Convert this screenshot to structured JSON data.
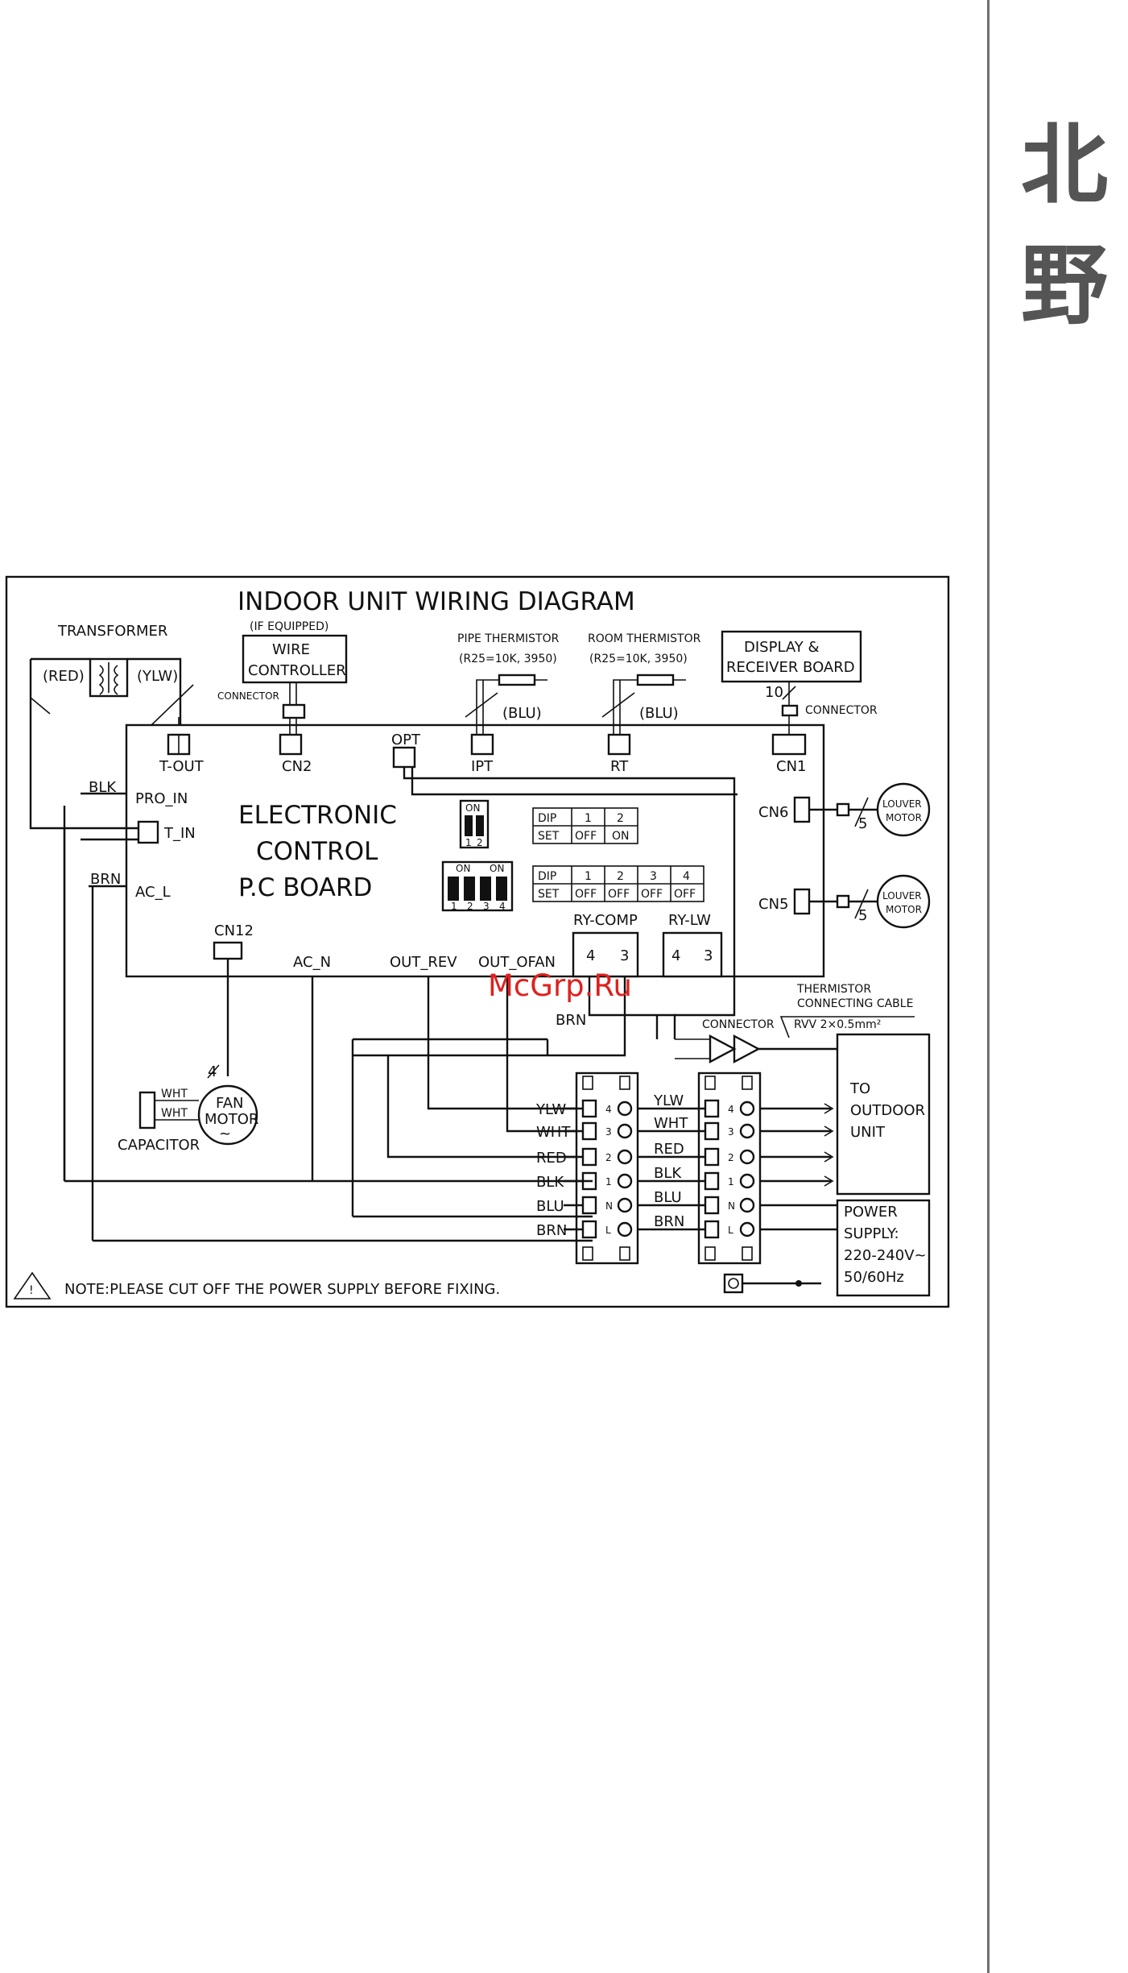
{
  "brand": {
    "line1": "北",
    "line2": "野"
  },
  "diagram": {
    "title": "INDOOR UNIT WIRING DIAGRAM",
    "transformer": {
      "label": "TRANSFORMER",
      "left": "(RED)",
      "right": "(YLW)"
    },
    "wire_controller": {
      "note": "(IF EQUIPPED)",
      "line1": "WIRE",
      "line2": "CONTROLLER",
      "connector": "CONNECTOR"
    },
    "pipe_thermistor": {
      "label": "PIPE THERMISTOR",
      "spec": "(R25=10K, 3950)",
      "wire": "(BLU)"
    },
    "room_thermistor": {
      "label": "ROOM THERMISTOR",
      "spec": "(R25=10K, 3950)",
      "wire": "(BLU)"
    },
    "display_board": {
      "line1": "DISPLAY &",
      "line2": "RECEIVER BOARD",
      "count": "10",
      "connector": "CONNECTOR"
    },
    "connectors": {
      "t_out": "T-OUT",
      "cn2": "CN2",
      "opt": "OPT",
      "ipt": "IPT",
      "rt": "RT",
      "cn1": "CN1",
      "cn6": "CN6",
      "cn5": "CN5",
      "cn12": "CN12"
    },
    "board": {
      "line1": "ELECTRONIC",
      "line2": "CONTROL",
      "line3": "P.C BOARD"
    },
    "board_pins": {
      "pro_in": "PRO_IN",
      "t_in": "T_IN",
      "ac_l": "AC_L",
      "ac_n": "AC_N",
      "out_rev": "OUT_REV",
      "out_ofan": "OUT_OFAN"
    },
    "side_wires": {
      "blk": "BLK",
      "brn": "BRN"
    },
    "dip2": {
      "on": "ON",
      "n1": "1",
      "n2": "2"
    },
    "dip4": {
      "on1": "ON",
      "on2": "ON",
      "n1": "1",
      "n2": "2",
      "n3": "3",
      "n4": "4"
    },
    "table1": {
      "h": [
        "DIP",
        "1",
        "2"
      ],
      "r": [
        "SET",
        "OFF",
        "ON"
      ]
    },
    "table2": {
      "h": [
        "DIP",
        "1",
        "2",
        "3",
        "4"
      ],
      "r": [
        "SET",
        "OFF",
        "OFF",
        "OFF",
        "OFF"
      ]
    },
    "relays": {
      "comp": "RY-COMP",
      "lw": "RY-LW",
      "p4": "4",
      "p3": "3"
    },
    "louver": {
      "line1": "LOUVER",
      "line2": "MOTOR",
      "count": "5"
    },
    "fan": {
      "line1": "FAN",
      "line2": "MOTOR",
      "count": "4",
      "wht": "WHT",
      "capacitor": "CAPACITOR"
    },
    "mid_brn": "BRN",
    "terminal_colors": [
      "YLW",
      "WHT",
      "RED",
      "BLK",
      "BLU",
      "BRN"
    ],
    "terminal_numbers": [
      "4",
      "3",
      "2",
      "1",
      "N",
      "L"
    ],
    "thermistor_cable": {
      "line1": "THERMISTOR",
      "line2": "CONNECTING CABLE",
      "spec": "RVV 2×0.5mm²",
      "connector": "CONNECTOR"
    },
    "outdoor": {
      "line1": "TO",
      "line2": "OUTDOOR",
      "line3": "UNIT"
    },
    "power": {
      "line1": "POWER",
      "line2": "SUPPLY:",
      "line3": "220-240V~",
      "line4": "50/60Hz"
    },
    "note": "NOTE:PLEASE CUT OFF THE POWER SUPPLY BEFORE FIXING."
  },
  "watermark": "McGrp.Ru"
}
